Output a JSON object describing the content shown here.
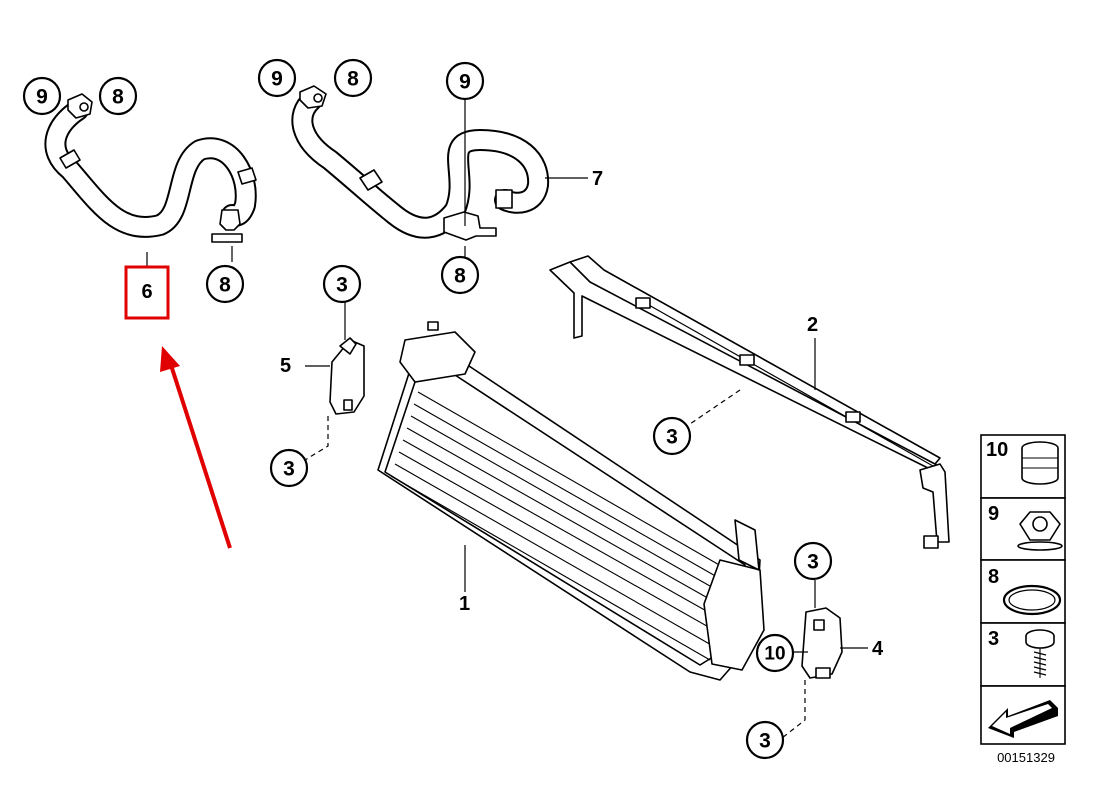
{
  "diagram": {
    "callouts": [
      {
        "id": "c9a",
        "label": "9"
      },
      {
        "id": "c8a",
        "label": "8"
      },
      {
        "id": "c9b",
        "label": "9"
      },
      {
        "id": "c8b",
        "label": "8"
      },
      {
        "id": "c9c",
        "label": "9"
      },
      {
        "id": "c8c",
        "label": "8"
      },
      {
        "id": "c8d",
        "label": "8"
      },
      {
        "id": "c3a",
        "label": "3"
      },
      {
        "id": "c3b",
        "label": "3"
      },
      {
        "id": "c3c",
        "label": "3"
      },
      {
        "id": "c3d",
        "label": "3"
      },
      {
        "id": "c3e",
        "label": "3"
      },
      {
        "id": "c10",
        "label": "10"
      }
    ],
    "labels": {
      "part6": "6",
      "part7": "7",
      "part5": "5",
      "part2": "2",
      "part1": "1",
      "part4": "4"
    },
    "highlight_color": "#e00000",
    "arrow_color": "#e00000",
    "legend": {
      "items": [
        {
          "label": "10",
          "icon": "rubber-mount-icon"
        },
        {
          "label": "9",
          "icon": "hex-nut-icon"
        },
        {
          "label": "8",
          "icon": "o-ring-icon"
        },
        {
          "label": "3",
          "icon": "screw-icon"
        }
      ],
      "arrow_icon": "direction-arrow-icon"
    },
    "catalog_number": "00151329"
  }
}
